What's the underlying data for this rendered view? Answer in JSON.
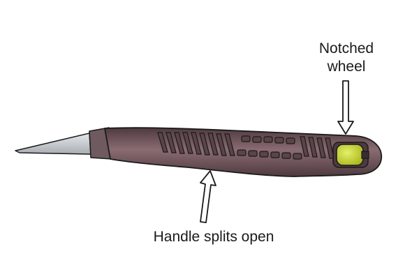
{
  "labels": {
    "notched_wheel_line1": "Notched",
    "notched_wheel_line2": "wheel",
    "handle_splits_open": "Handle splits open"
  },
  "colors": {
    "blade": "#c9cdd1",
    "handle": "#6b4f55",
    "handle_highlight": "#8a6c72",
    "outline": "#1a1a1a",
    "wheel": "#c8d62b",
    "arrow_fill": "#ffffff"
  }
}
